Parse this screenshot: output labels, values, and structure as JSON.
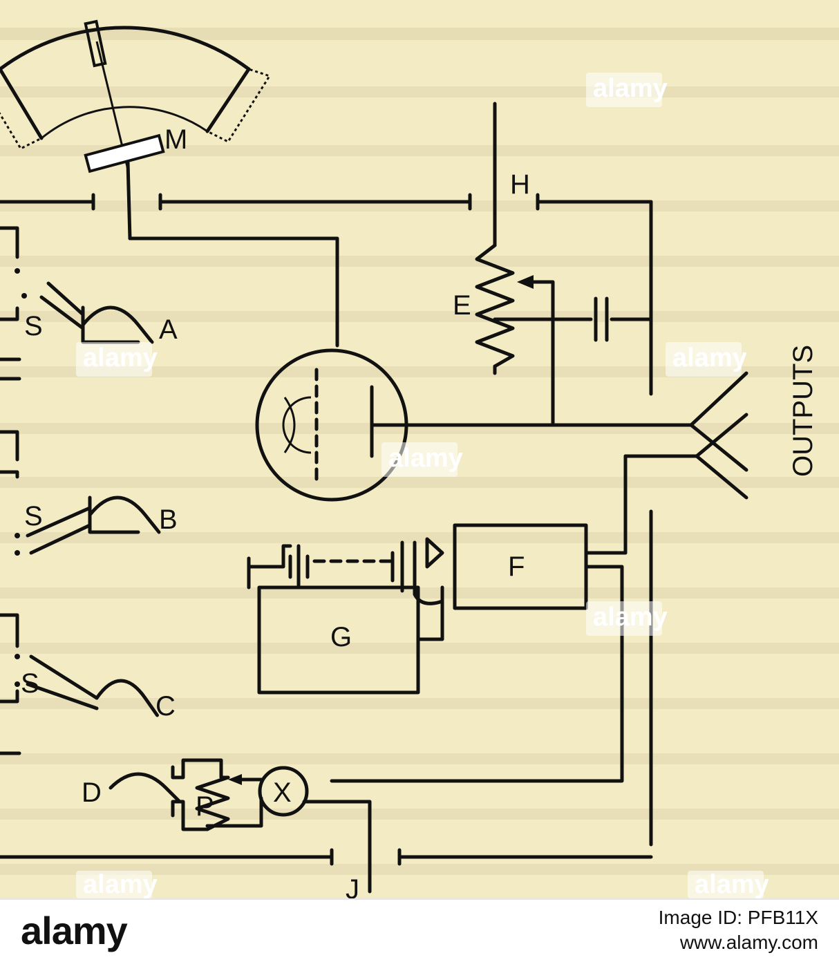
{
  "labels": {
    "M": "M",
    "H": "H",
    "E": "E",
    "A": "A",
    "B": "B",
    "C": "C",
    "D": "D",
    "P": "P",
    "X": "X",
    "F": "F",
    "G": "G",
    "J": "J",
    "S1": "S",
    "S2": "S",
    "S3": "S",
    "outputs": "OUTPUTS"
  },
  "watermark": {
    "brand": "alamy"
  },
  "footer": {
    "logo": "alamy",
    "image_id": "Image ID: PFB11X",
    "url": "www.alamy.com"
  }
}
